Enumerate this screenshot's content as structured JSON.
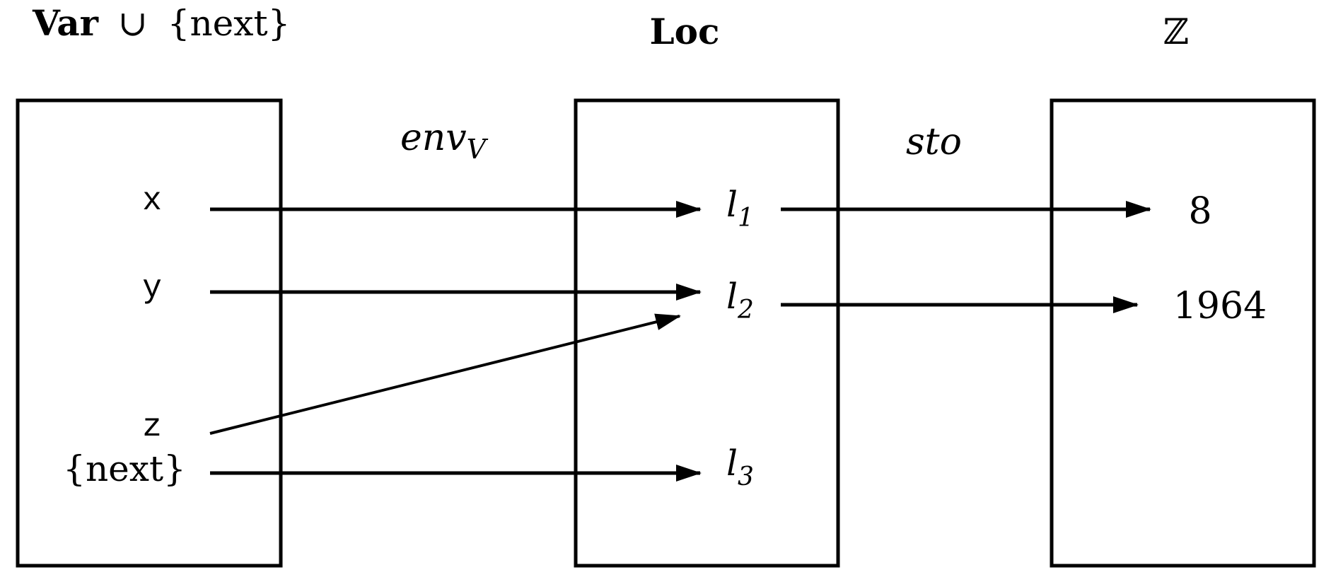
{
  "headers": {
    "var_bold": "Var",
    "var_union": "∪",
    "var_set": "{next}",
    "loc": "Loc",
    "integers": "ℤ"
  },
  "env_label": {
    "base": "env",
    "sub": "V"
  },
  "sto_label": "sto",
  "variables": [
    "x",
    "y",
    "z",
    "{next}"
  ],
  "locations": [
    {
      "base": "l",
      "sub": "1"
    },
    {
      "base": "l",
      "sub": "2"
    },
    {
      "base": "l",
      "sub": "3"
    }
  ],
  "values": [
    "8",
    "1964"
  ],
  "env_mappings": [
    {
      "from": "x",
      "to": "l1"
    },
    {
      "from": "y",
      "to": "l2"
    },
    {
      "from": "z",
      "to": "l2"
    },
    {
      "from": "{next}",
      "to": "l3"
    }
  ],
  "sto_mappings": [
    {
      "from": "l1",
      "to": "8"
    },
    {
      "from": "l2",
      "to": "1964"
    }
  ],
  "colors": {
    "ink": "#000000",
    "background": "#ffffff"
  }
}
